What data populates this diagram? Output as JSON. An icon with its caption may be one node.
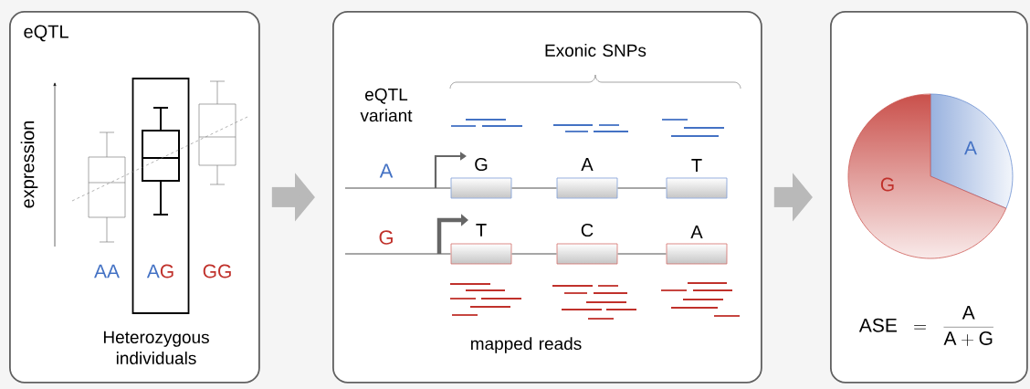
{
  "diagram": {
    "nodes": [
      {
        "text": [
          "eQTL"
        ]
      },
      {
        "text": [
          "A",
          "G"
        ],
        "in": 0,
        "beside": [
          "Heterozygous individuals"
        ]
      },
      {
        "text": [],
        "shape": "box"
      },
      {
        "text": [
          "G"
        ],
        "in": 2
      },
      {
        "text": [
          "A"
        ],
        "in": 2
      },
      {
        "text": [
          "T"
        ],
        "in": 2
      },
      {
        "text": [
          "T"
        ],
        "in": 2
      },
      {
        "text": [
          "C"
        ],
        "in": 2
      },
      {
        "text": [
          "A"
        ],
        "in": 2
      },
      {
        "text": [],
        "shape": "box"
      }
    ],
    "edges": [
      {
        "from": 0,
        "to": 2,
        "arrow": "to",
        "style": "thick"
      },
      {
        "from": 2,
        "to": 9,
        "arrow": "to",
        "style": "thick"
      },
      {
        "from": 3,
        "to": 4,
        "arrow": "none"
      },
      {
        "from": 4,
        "to": 5,
        "arrow": "none"
      },
      {
        "from": 6,
        "to": 7,
        "arrow": "none"
      },
      {
        "from": 7,
        "to": 8,
        "arrow": "none"
      }
    ],
    "labels": [
      "expression",
      "AA",
      "GG",
      "Exonic SNPs",
      "eQTL variant",
      "A",
      "G",
      "mapped reads",
      "A",
      "G",
      "\\mathrm{ASE}\\;=\\;\\frac{\\mathrm{A}}{\\mathrm{A}+\\mathrm{G}}"
    ]
  }
}
